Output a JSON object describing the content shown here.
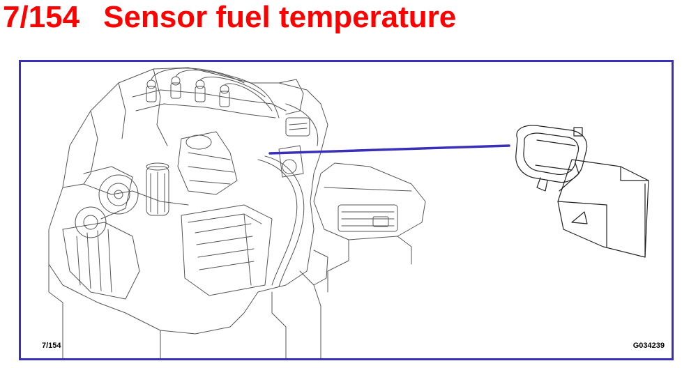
{
  "title": {
    "number": "7/154",
    "text": "Sensor fuel temperature"
  },
  "figure": {
    "ref_left": "7/154",
    "ref_right": "G034239",
    "frame_color": "#3a2fb8",
    "leader_color": "#3a2fb8",
    "line_color": "#555555"
  },
  "colors": {
    "title": "#ff0000",
    "background": "#ffffff"
  }
}
